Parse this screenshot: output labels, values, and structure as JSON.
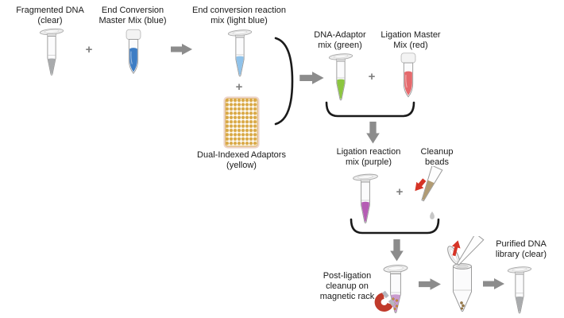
{
  "plus_sign": "+",
  "steps": {
    "end_conversion": {
      "fragmented_dna_label": "Fragmented DNA\n(clear)",
      "master_mix_label": "End Conversion\nMaster Mix (blue)",
      "result_label": "End conversion reaction\nmix (light blue)",
      "adaptors_label": "Dual-Indexed Adaptors\n(yellow)"
    },
    "ligation": {
      "dna_adaptor_label": "DNA-Adaptor\nmix (green)",
      "master_mix_label": "Ligation Master\nMix (red)",
      "result_label": "Ligation reaction\nmix (purple)",
      "beads_label": "Cleanup\nbeads"
    },
    "cleanup": {
      "rack_label": "Post-ligation\ncleanup on\nmagnetic rack",
      "final_label": "Purified DNA\nlibrary (clear)"
    }
  },
  "colors": {
    "blue": "#3E7DC4",
    "light_blue": "#8FC2EA",
    "green": "#8CC63F",
    "red": "#E56A6D",
    "purple": "#B55CB4",
    "rack_purple": "#C99BCE",
    "yellow": "#D9A844",
    "plate_border": "#EDD5CB",
    "clear_gray": "#A9ABAD",
    "arrow_gray": "#8C8C8C",
    "magnet_red": "#C03A2B",
    "magnet_tip": "#B7B7BF",
    "action_red": "#D63426",
    "beads_tan": "#B19B73",
    "bead_dots": "#C9913F",
    "pellet_brown": "#9A7A45",
    "droplet_gray": "#C7C7C7",
    "bracket_black": "#1A1A1A"
  }
}
